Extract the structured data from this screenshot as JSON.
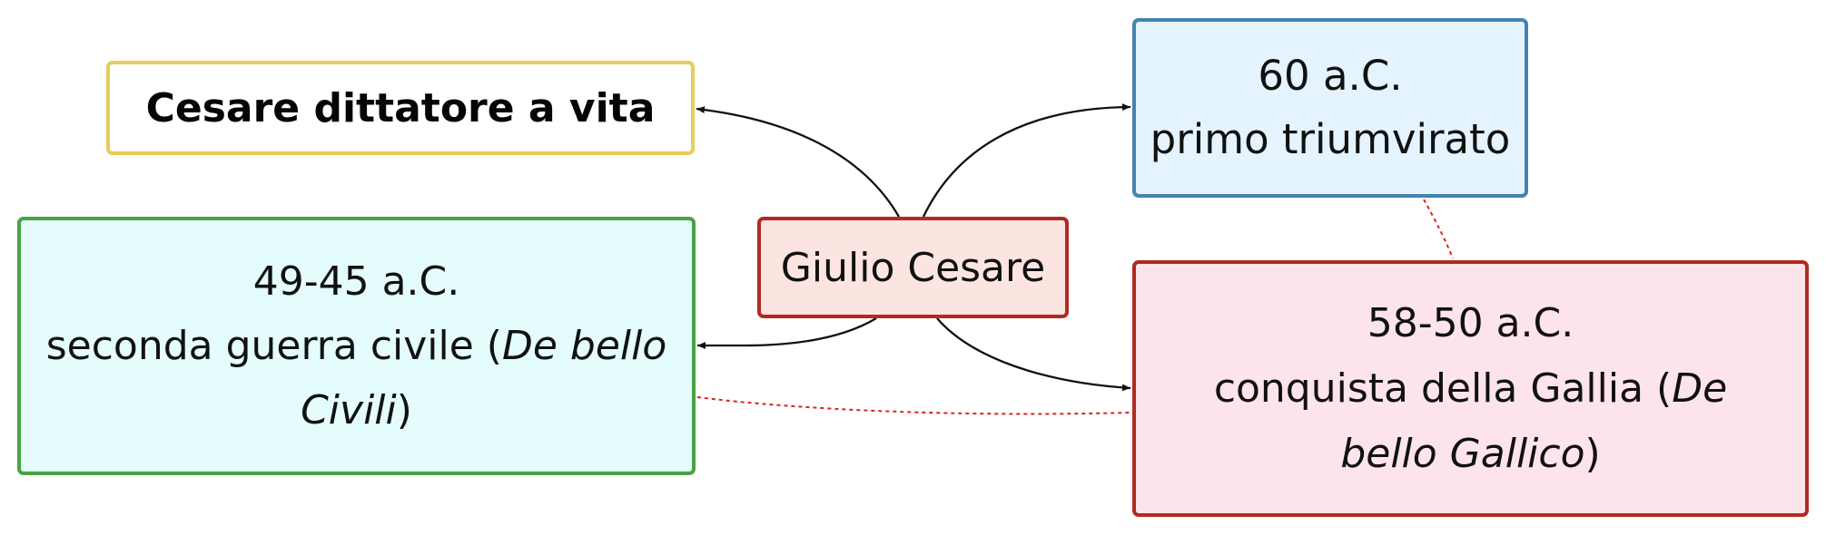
{
  "diagram": {
    "center": {
      "label": "Giulio Cesare"
    },
    "nodes": {
      "dittatore": {
        "label": "Cesare dittatore a vita"
      },
      "triumvirato": {
        "date": "60 a.C.",
        "label": "primo triumvirato"
      },
      "guerra": {
        "date": "49-45 a.C.",
        "label_pre": "seconda guerra civile (",
        "title_part1": "De bello",
        "title_part2": "Civili",
        "label_post": ")"
      },
      "gallia": {
        "date": "58-50 a.C.",
        "label_pre": "conquista della Gallia (",
        "title_part1": "De",
        "title_part2": "bello Gallico",
        "label_post": ")"
      }
    },
    "colors": {
      "dittatore_border": "#e6cc58",
      "triumvirato_border": "#4584ad",
      "triumvirato_fill": "#e4f3fd",
      "center_border": "#b02a22",
      "center_fill": "#fce4e1",
      "guerra_border": "#4aa146",
      "guerra_fill": "#e4fcfc",
      "gallia_border": "#b02a22",
      "gallia_fill": "#fde4ea",
      "connector": "#111111",
      "dotted_link": "#e02020"
    }
  }
}
